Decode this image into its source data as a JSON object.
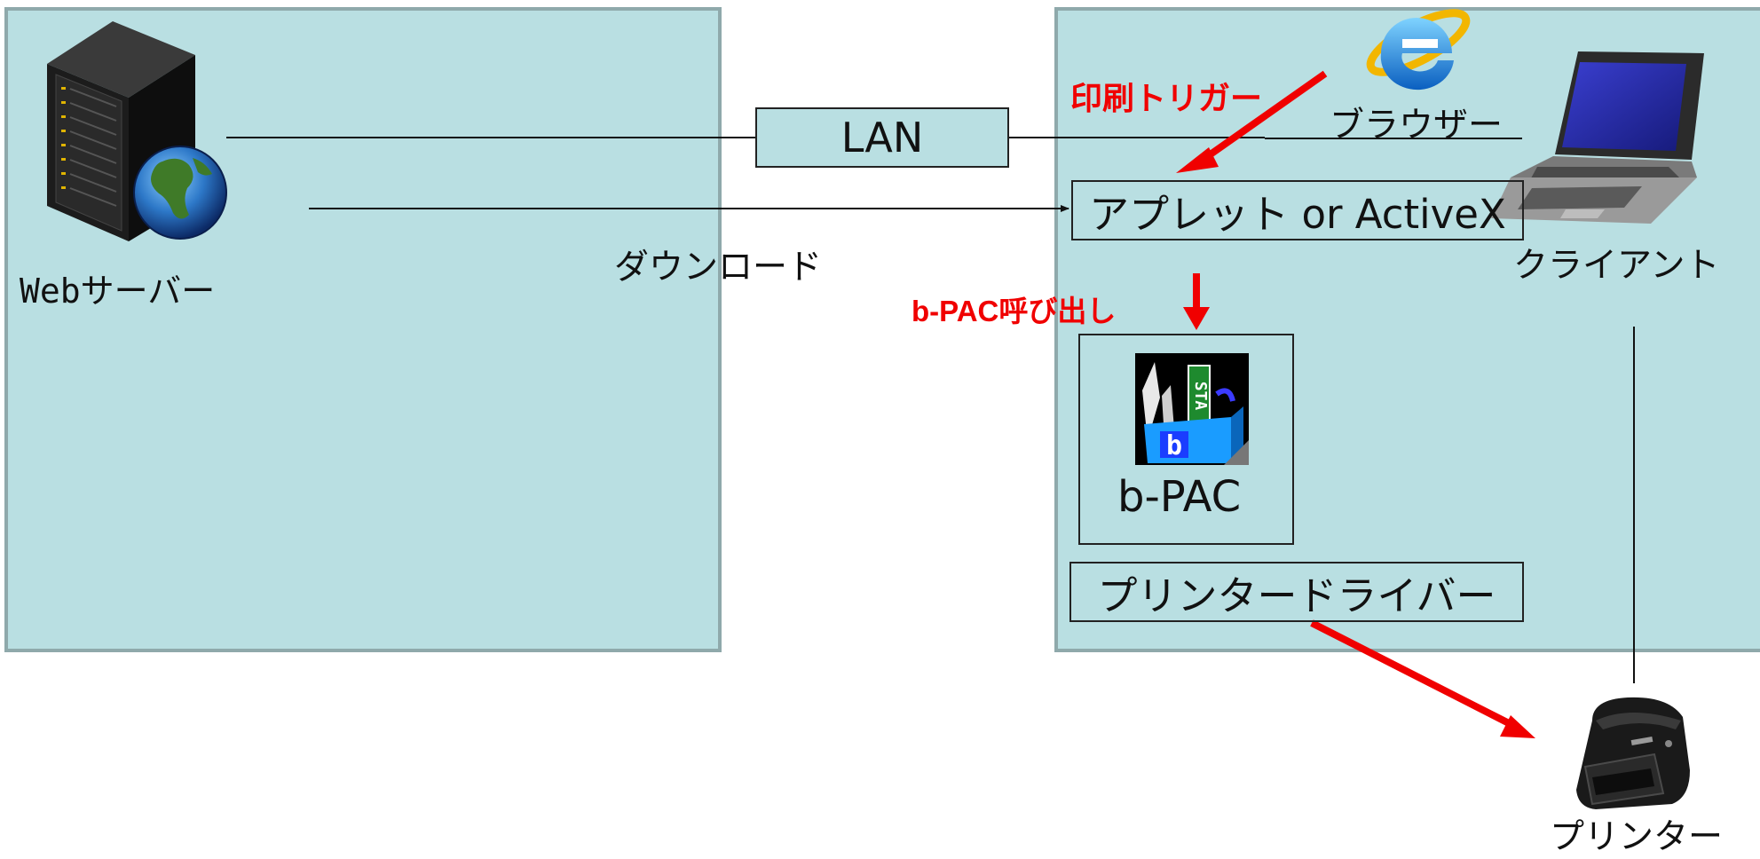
{
  "server": {
    "label": "Webサーバー"
  },
  "client": {
    "label": "クライアント"
  },
  "network": {
    "label": "LAN"
  },
  "download": {
    "label": "ダウンロード"
  },
  "browser": {
    "label": "ブラウザー"
  },
  "applet": {
    "label": "アプレット or ActiveX"
  },
  "bpac": {
    "label": "b-PAC",
    "icon_text": "STA",
    "icon_letter": "b"
  },
  "driver": {
    "label": "プリンタードライバー"
  },
  "printer": {
    "label": "プリンター"
  },
  "annotations": {
    "print_trigger": "印刷トリガー",
    "bpac_call": "b-PAC呼び出し"
  },
  "colors": {
    "panel": "#b9dfe2",
    "panel_border": "#8fa9ab",
    "accent": "#f00000"
  }
}
